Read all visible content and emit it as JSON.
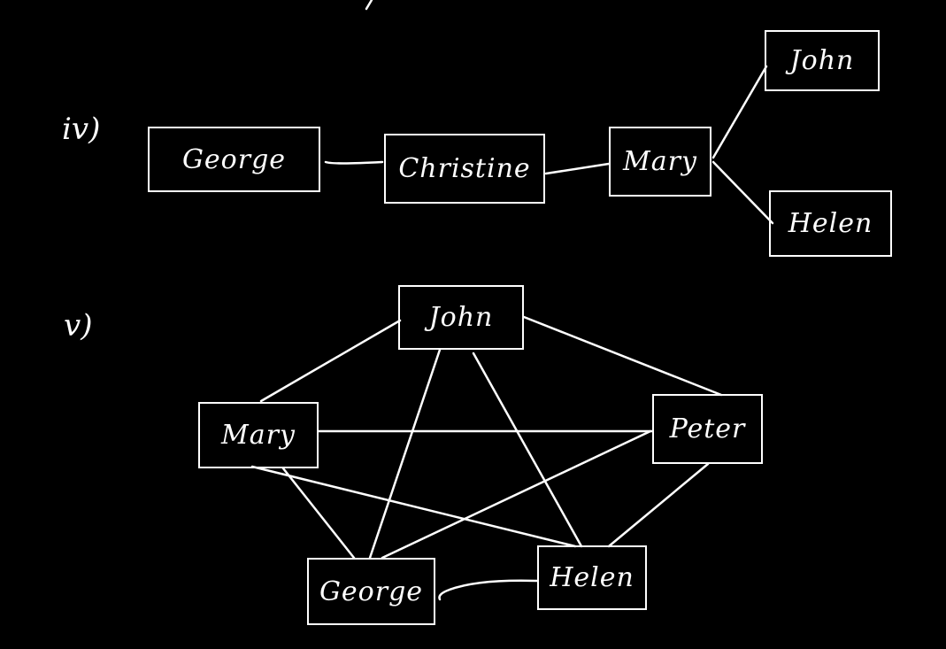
{
  "diagram_iv": {
    "label": "iv)",
    "nodes": {
      "george": "George",
      "christine": "Christine",
      "mary": "Mary",
      "john": "John",
      "helen": "Helen"
    }
  },
  "diagram_v": {
    "label": "v)",
    "nodes": {
      "john": "John",
      "mary": "Mary",
      "peter": "Peter",
      "george": "George",
      "helen": "Helen"
    }
  },
  "colors": {
    "background": "#000000",
    "ink": "#ffffff"
  }
}
